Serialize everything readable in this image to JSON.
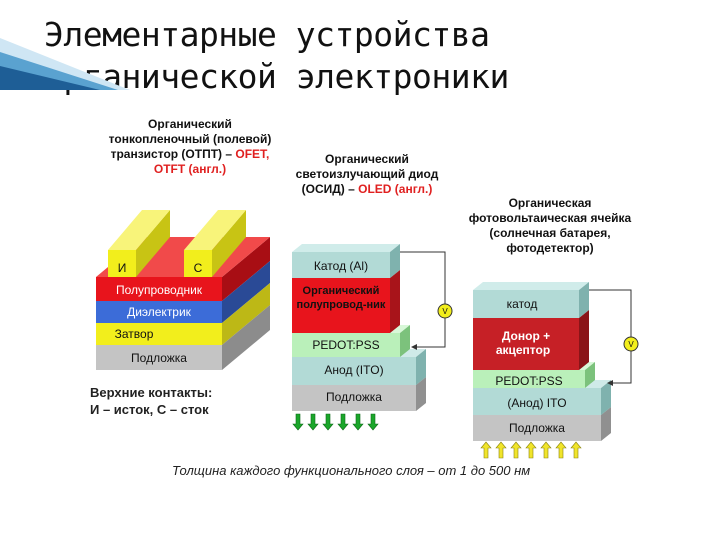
{
  "title": {
    "line1": "Элементарные устройства",
    "line2": "органической электроники"
  },
  "ofet": {
    "caption1": "Органический",
    "caption2": "тонкопленочный (полевой)",
    "caption3a": "транзистор (ОТПТ) – ",
    "caption3b": "OFET,",
    "caption4": "OTFT (англ.)",
    "contact_left": "И",
    "contact_right": "С",
    "layers": [
      "Полупроводник",
      "Диэлектрик",
      "Затвор",
      "Подложка"
    ],
    "note1": "Верхние контакты:",
    "note2": "И – исток, С – сток"
  },
  "oled": {
    "caption1": "Органический",
    "caption2": "светоизлучающий диод",
    "caption3a": "(ОСИД) – ",
    "caption3b": "OLED (англ.)",
    "cathode": "Катод (Al)",
    "semi1": "Органический",
    "semi2": "полупровод-ник",
    "pedot": "PEDOT:PSS",
    "anode": "Анод (ITO)",
    "substrate": "Подложка",
    "meter": "V"
  },
  "opv": {
    "caption1": "Органическая",
    "caption2": "фотовольтаическая ячейка",
    "caption3": "(солнечная батарея,",
    "caption4": "фотодетектор)",
    "cathode": "катод",
    "active1": "Донор +",
    "active2": "акцептор",
    "pedot": "PEDOT:PSS",
    "anode": "(Анод) ITO",
    "substrate": "Подложка",
    "meter": "V"
  },
  "footer": "Толщина каждого функционального слоя – от 1 до 500 нм",
  "colors": {
    "red": "#e8141c",
    "yellow": "#f2ee1c",
    "blue": "#3c6cd8",
    "gray": "#c4c4c4",
    "teal": "#b2dad6",
    "green": "#baf0ba",
    "dark_red": "#c62026",
    "arrow_green": "#1aa62a",
    "arrow_yellow": "#f0e42a"
  }
}
